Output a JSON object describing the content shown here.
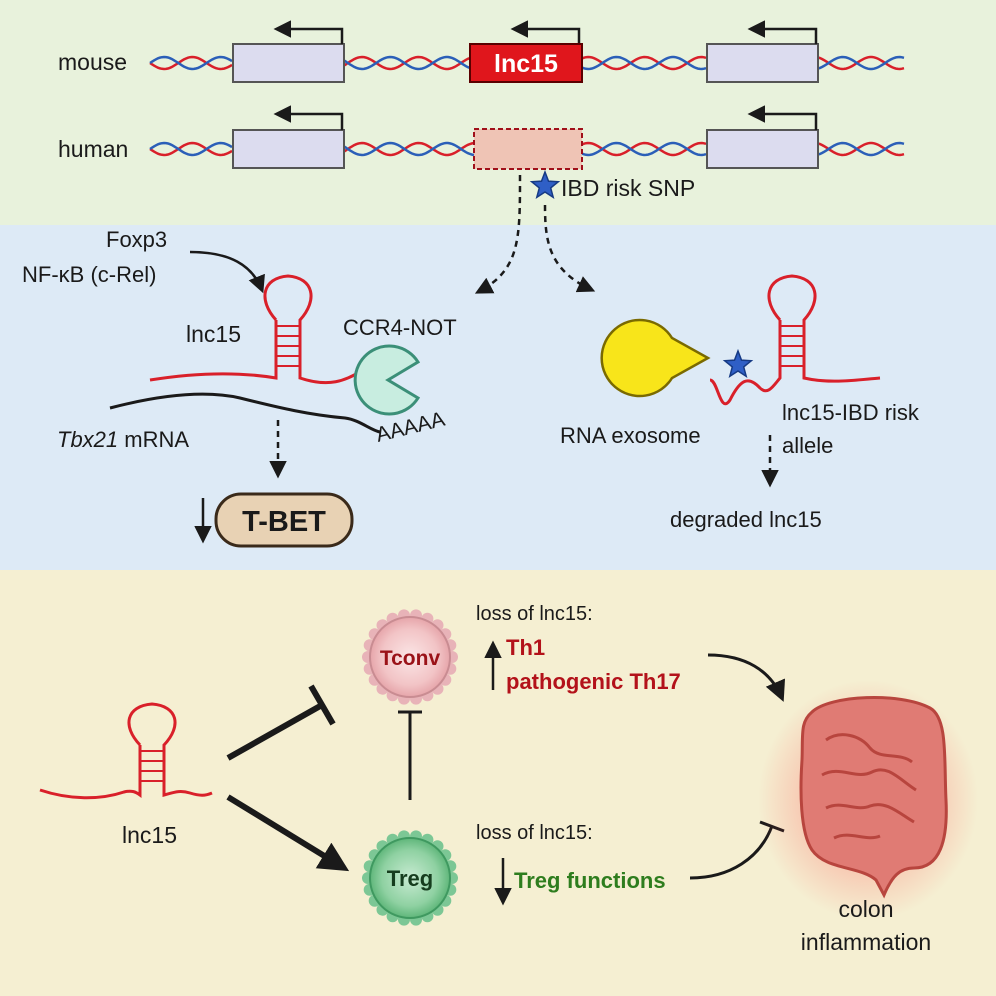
{
  "genome": {
    "mouse_label": "mouse",
    "human_label": "human",
    "lnc_label": "lnc15",
    "snp_label": "IBD risk SNP"
  },
  "mechanism": {
    "factors_line1": "Foxp3",
    "factors_line2": "NF-κB (c-Rel)",
    "lnc_label": "lnc15",
    "complex_label": "CCR4-NOT",
    "polya_label": "AAAAA",
    "mrna_gene": "Tbx21",
    "mrna_suffix": " mRNA",
    "protein_label": "T-BET",
    "exosome_label": "RNA exosome",
    "risk_line1": "lnc15-IBD risk",
    "risk_line2": "allele",
    "degraded_label": "degraded lnc15"
  },
  "cells": {
    "lnc_label": "lnc15",
    "tconv_label": "Tconv",
    "treg_label": "Treg",
    "loss_label_top": "loss of lnc15:",
    "th1_label": "Th1",
    "th17_label": "pathogenic Th17",
    "loss_label_bottom": "loss of lnc15:",
    "treg_functions_label": "Treg functions",
    "outcome_line1": "colon",
    "outcome_line2": "inflammation"
  },
  "colors": {
    "band_top": "#e8f2dc",
    "band_middle": "#ddeaf6",
    "band_bottom": "#f5efd2",
    "rna_red": "#d9202a",
    "lnc_box": "#e0161c",
    "gene_box": "#dcdcef",
    "risk_red": "#b3121a",
    "treg_green": "#2e7d1e",
    "tbet_fill": "#e8d2b4"
  }
}
